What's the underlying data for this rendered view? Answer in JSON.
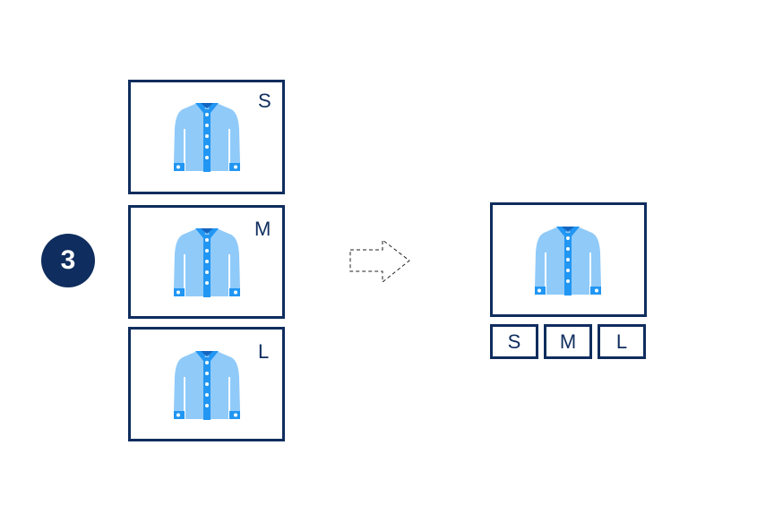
{
  "step_number": "3",
  "source_variants": [
    {
      "size": "S"
    },
    {
      "size": "M"
    },
    {
      "size": "L"
    }
  ],
  "merged_sizes": [
    "S",
    "M",
    "L"
  ],
  "colors": {
    "navy": "#0f2d5e",
    "shirt_light": "#90CAF9",
    "shirt_accent": "#2196F3",
    "collar_dark": "#1565C0"
  }
}
